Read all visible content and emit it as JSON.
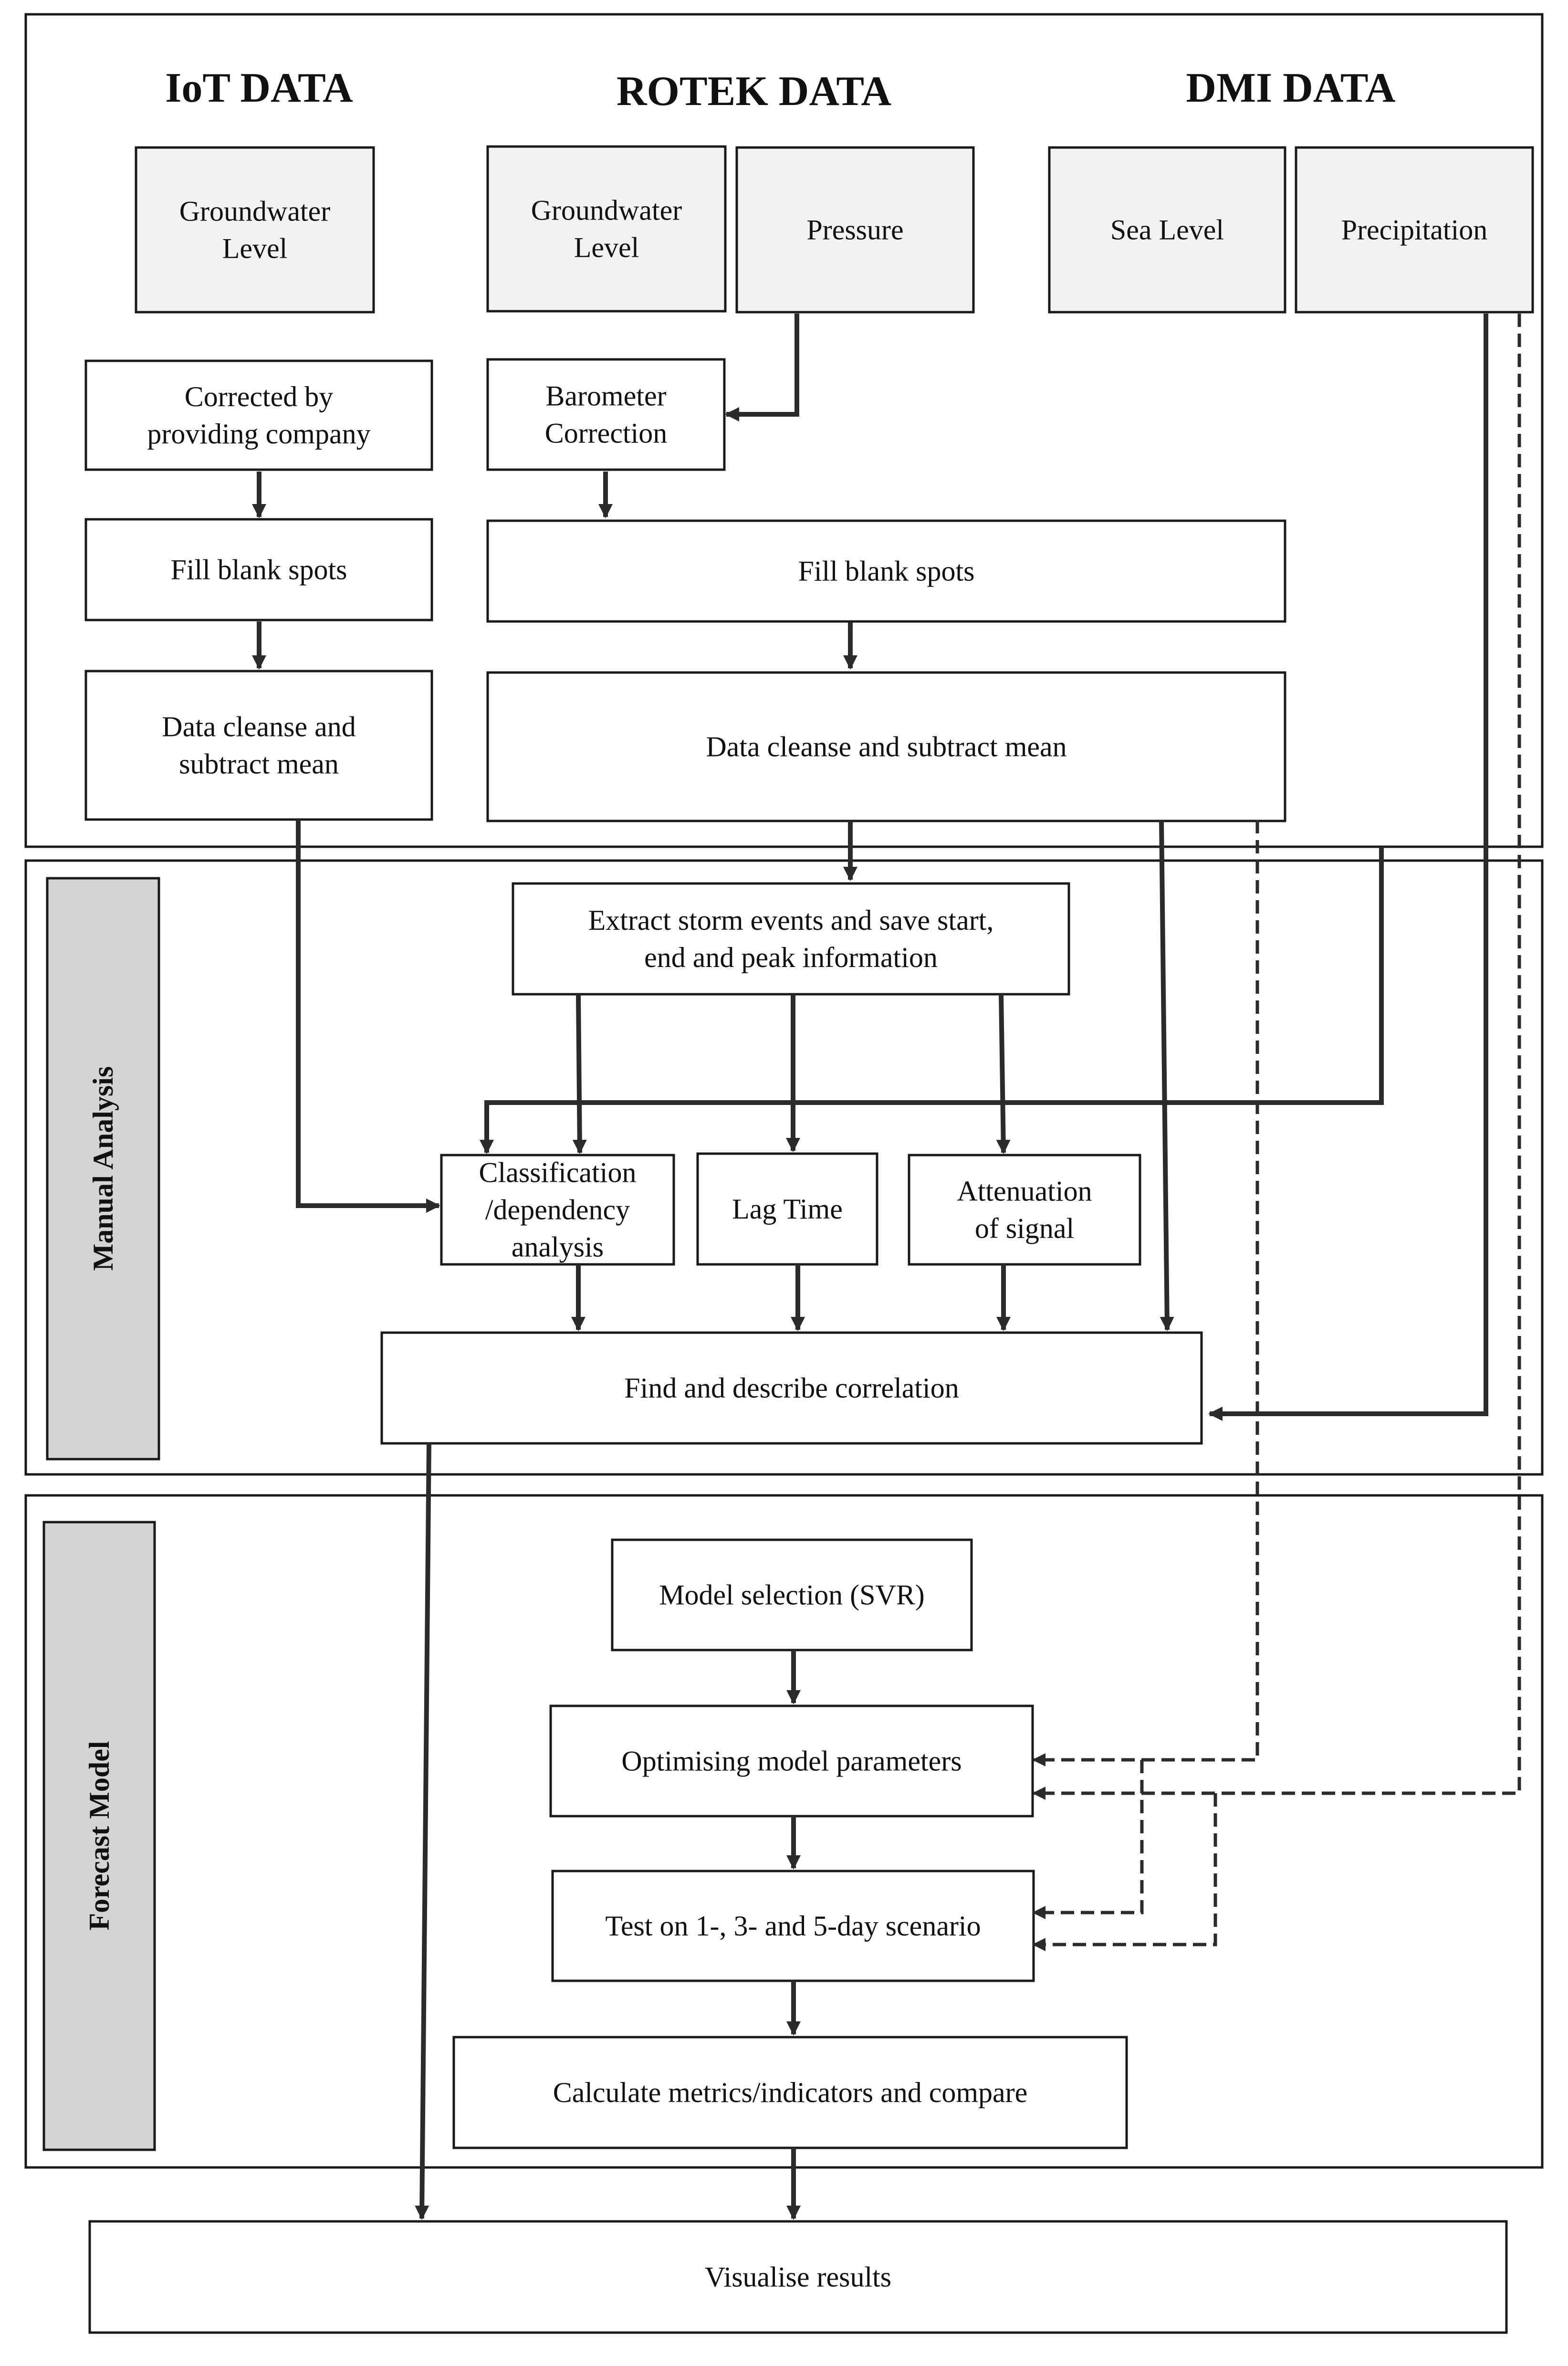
{
  "colors": {
    "stroke": "#1a1a1a",
    "arrow": "#2b2b2b",
    "source_fill": "#f2f2f2",
    "side_panel_fill": "#d4d4d4",
    "box_fill": "#ffffff"
  },
  "headers": {
    "iot": "IoT DATA",
    "rotek": "ROTEK DATA",
    "dmi": "DMI DATA"
  },
  "sources": {
    "iot_groundwater": [
      "Groundwater",
      "Level"
    ],
    "rotek_groundwater": [
      "Groundwater",
      "Level"
    ],
    "pressure": [
      "Pressure"
    ],
    "sea_level": [
      "Sea Level"
    ],
    "precipitation": [
      "Precipitation"
    ]
  },
  "steps": {
    "corrected": [
      "Corrected by",
      "providing company"
    ],
    "barometer": [
      "Barometer",
      "Correction"
    ],
    "iot_fill": [
      "Fill blank spots"
    ],
    "rotek_fill": [
      "Fill blank spots"
    ],
    "iot_cleanse": [
      "Data cleanse and",
      "subtract mean"
    ],
    "rotek_cleanse": [
      "Data cleanse and subtract mean"
    ],
    "extract": [
      "Extract storm events and save start,",
      "end and peak information"
    ],
    "classification": [
      "Classification",
      "/dependency",
      "analysis"
    ],
    "lag": [
      "Lag Time"
    ],
    "attenuation": [
      "Attenuation",
      "of signal"
    ],
    "correlation": [
      "Find and describe correlation"
    ],
    "model_selection": [
      "Model selection (SVR)"
    ],
    "optimising": [
      "Optimising model parameters"
    ],
    "test": [
      "Test on 1-, 3- and 5-day scenario"
    ],
    "metrics": [
      "Calculate metrics/indicators and compare"
    ],
    "visualise": [
      "Visualise results"
    ]
  },
  "side_labels": {
    "manual": "Manual Analysis",
    "forecast": "Forecast Model"
  }
}
